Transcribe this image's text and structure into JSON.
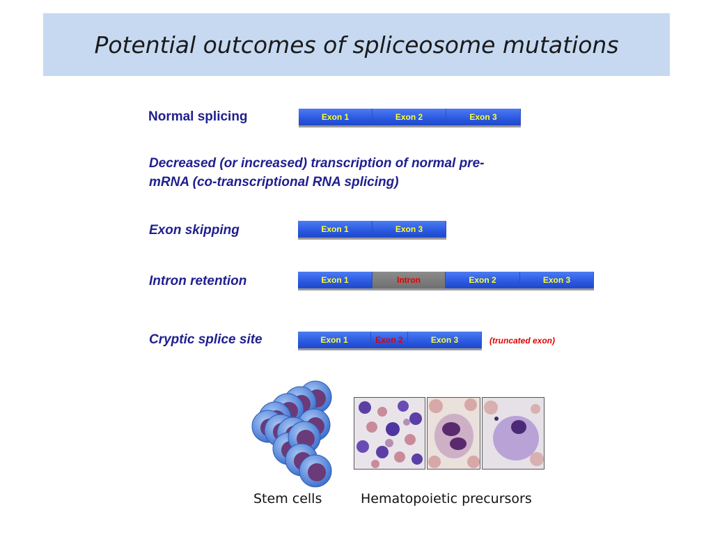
{
  "title": "Potential outcomes of spliceosome mutations",
  "rows": {
    "normal": {
      "label": "Normal splicing",
      "exons": [
        "Exon 1",
        "Exon 2",
        "Exon 3"
      ]
    },
    "transcription": {
      "label_line1": "Decreased (or increased) transcription of normal pre-",
      "label_line2": "mRNA (co-transcriptional RNA splicing)"
    },
    "skipping": {
      "label": "Exon skipping",
      "exons": [
        "Exon 1",
        "Exon 3"
      ]
    },
    "intron": {
      "label": "Intron retention",
      "segments": [
        "Exon 1",
        "Intron",
        "Exon 2",
        "Exon 3"
      ]
    },
    "cryptic": {
      "label": "Cryptic splice site",
      "segments": [
        "Exon 1",
        "Exon 2",
        "Exon 3"
      ],
      "note": "(truncated exon)"
    }
  },
  "captions": {
    "stem": "Stem cells",
    "precursors": "Hematopoietic precursors"
  },
  "colors": {
    "title_bg": "#c6d9f1",
    "label": "#1f1f8f",
    "exon": "#2a58e0",
    "exon_text": "#ffff33",
    "alt_text": "#e00000",
    "stem_cell": "#5b8de0",
    "nucleus": "#6b3a78"
  }
}
